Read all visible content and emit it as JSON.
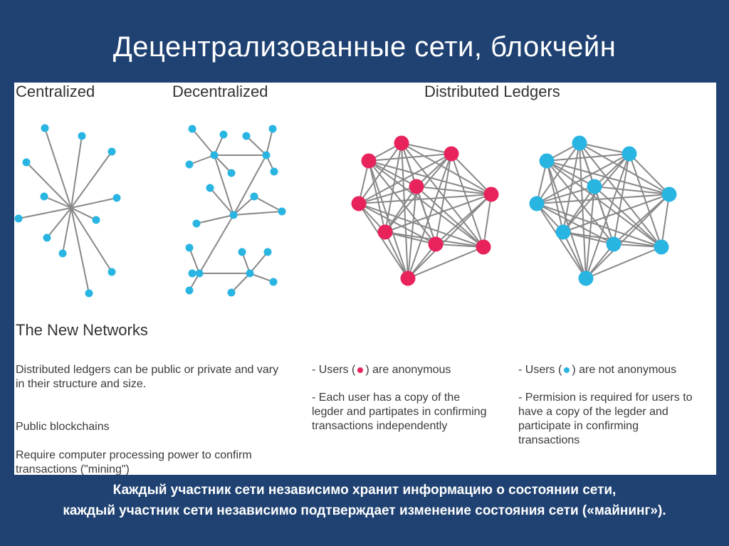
{
  "title": "Децентрализованные сети, блокчейн",
  "diagram": {
    "labels": {
      "centralized": "Centralized",
      "decentralized": "Decentralized",
      "distributed": "Distributed Ledgers"
    },
    "colors": {
      "red": "#e8235c",
      "blue": "#29b5e2",
      "edge": "#888888"
    }
  },
  "text": {
    "new_networks": "The New Networks",
    "intro": "Distributed ledgers can be public or private and vary in their structure and size.",
    "public": "Public blockchains",
    "require": "Require computer processing power to confirm transactions (\"mining\")",
    "anon_pre": "- Users (",
    "anon_post": ") are anonymous",
    "anon_copy": "- Each user has a copy of the legder and partipates in confirming transactions independently",
    "notanon_pre": "- Users (",
    "notanon_post": ") are  not anonymous",
    "notanon_perm": "- Permision is required for users to have a copy of the legder and participate in confirming transactions"
  },
  "caption": [
    "Каждый участник сети независимо хранит информацию о состоянии сети,",
    "каждый участник сети независимо подтверждает изменение состояния сети («майнинг»)."
  ]
}
